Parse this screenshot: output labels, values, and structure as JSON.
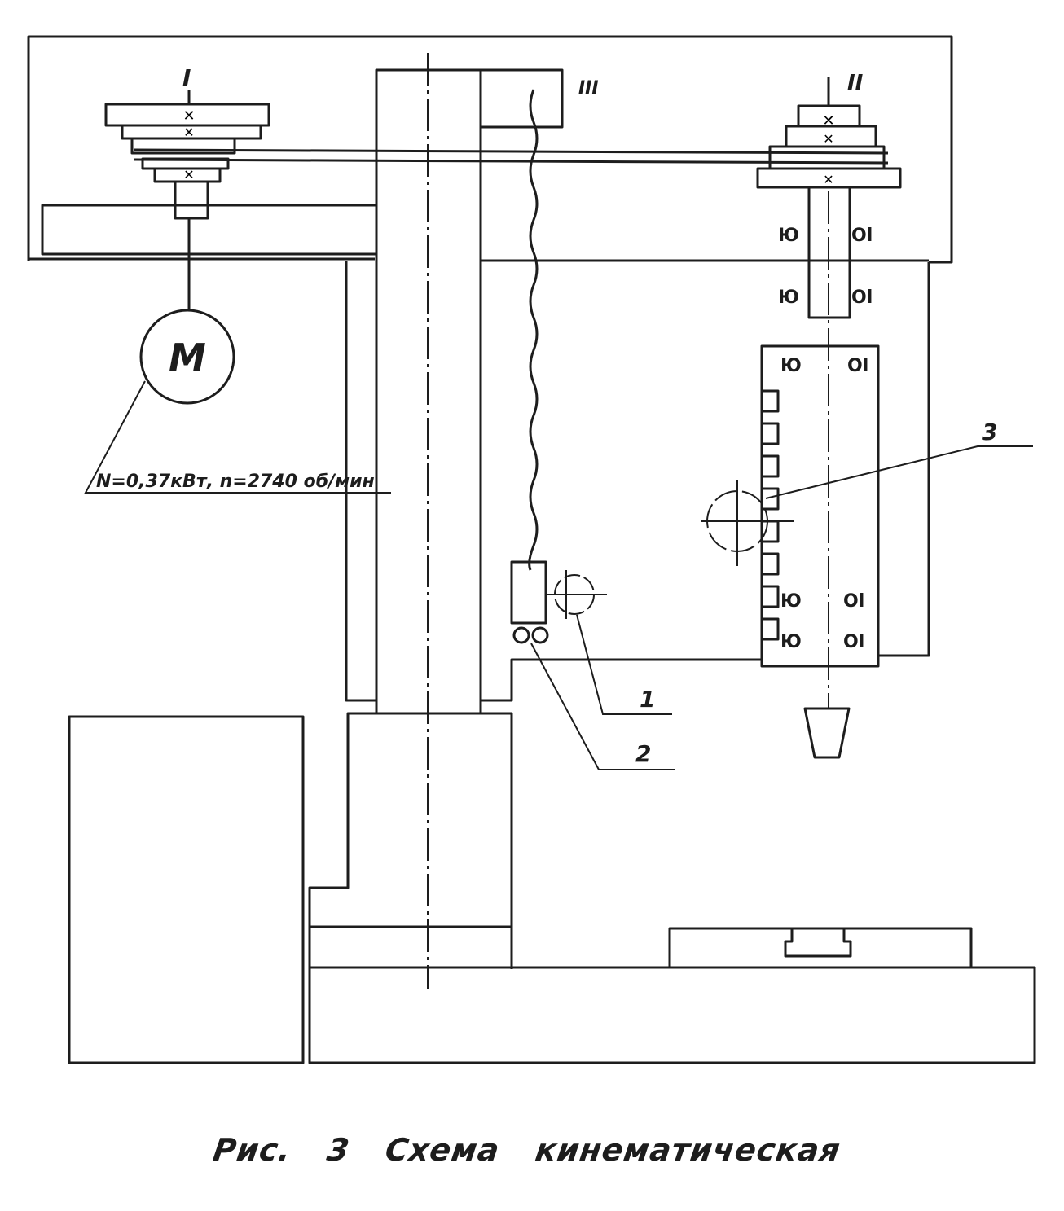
{
  "figure": {
    "caption": "Рис. 3   Схема   кинематическая",
    "shaft_labels": {
      "shaft_1": "I",
      "shaft_2": "II",
      "shaft_3": "III"
    },
    "motor": {
      "symbol": "M",
      "spec": "N=0,37кВт, n=2740 об/мин"
    },
    "callouts": {
      "item_1": "1",
      "item_2": "2",
      "item_3": "3"
    },
    "bearing_marks": {
      "left": "Ю",
      "right": "Ol"
    }
  }
}
